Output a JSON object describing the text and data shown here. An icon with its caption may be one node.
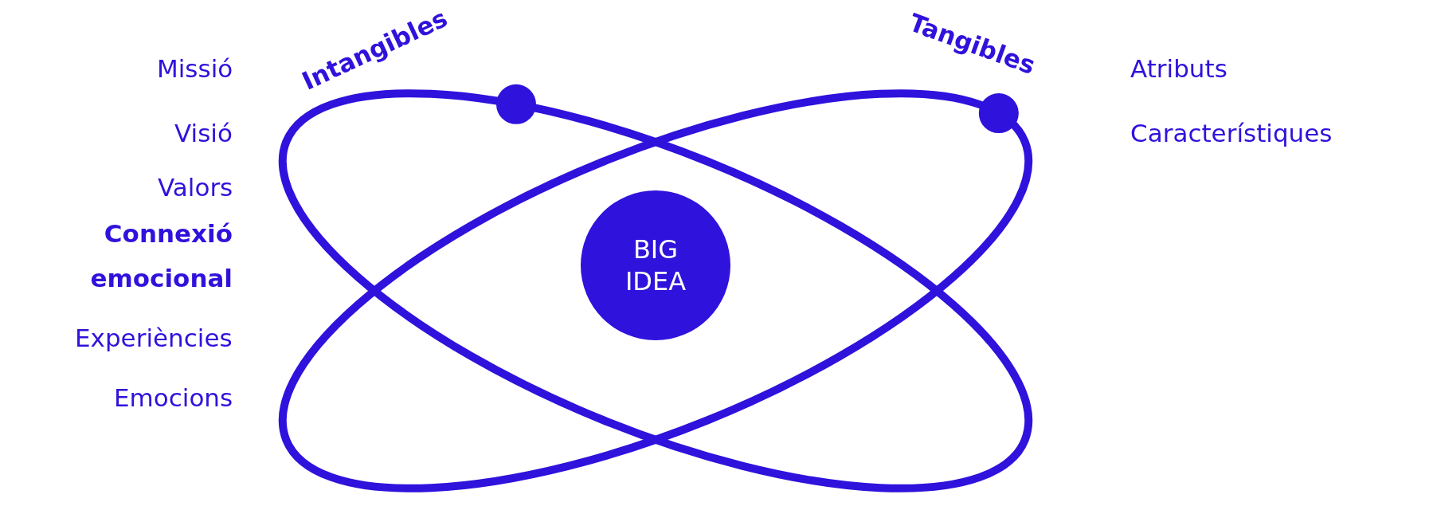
{
  "diagram": {
    "nodes": [
      {
        "text": [
          "BIG IDEA"
        ]
      }
    ],
    "labels": [
      "Intangibles",
      "Tangibles",
      "Missió",
      "Atributs",
      "Visió",
      "Característiques",
      "Valors",
      "Connexió emocional",
      "Experiències",
      "Emocions"
    ]
  }
}
